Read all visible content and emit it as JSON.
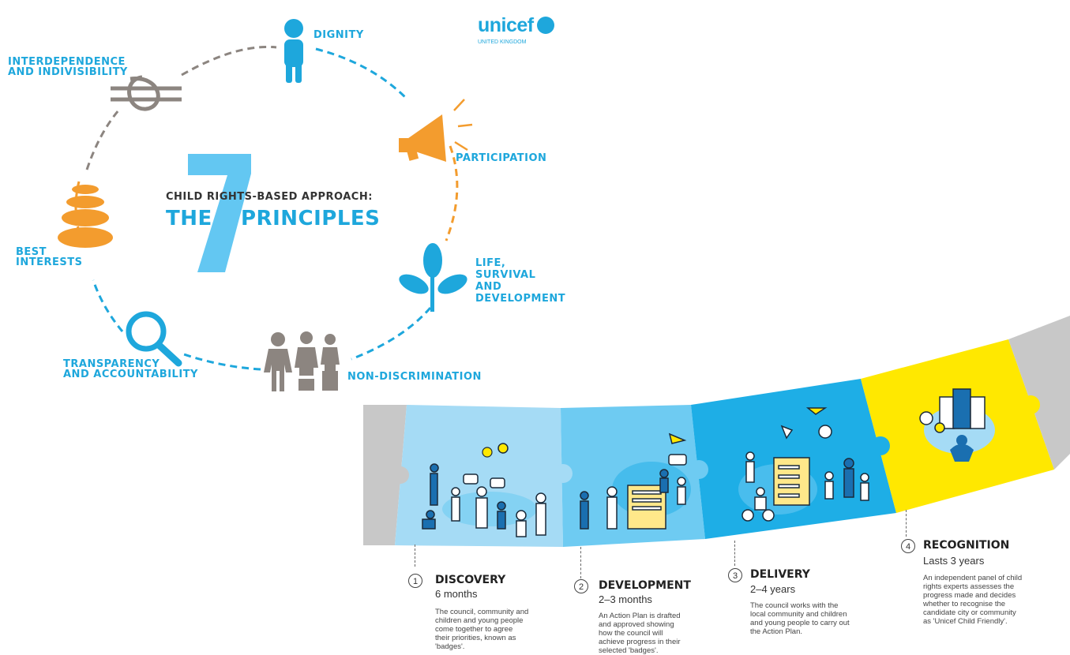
{
  "brand": {
    "logo_text": "unicef",
    "logo_sub": "UNITED KINGDOM",
    "color": "#1ea7dc"
  },
  "principles": {
    "heading_line1": "CHILD RIGHTS-BASED APPROACH:",
    "heading_the": "THE",
    "heading_number": "7",
    "heading_principles": "PRINCIPLES",
    "items": [
      {
        "label": "DIGNITY",
        "icon": "person-icon"
      },
      {
        "label": "PARTICIPATION",
        "icon": "megaphone-icon"
      },
      {
        "label_lines": [
          "LIFE,",
          "SURVIVAL",
          "AND",
          "DEVELOPMENT"
        ],
        "icon": "plant-icon"
      },
      {
        "label": "NON-DISCRIMINATION",
        "icon": "people-on-blocks-icon"
      },
      {
        "label_lines": [
          "TRANSPARENCY",
          "AND ACCOUNTABILITY"
        ],
        "icon": "magnifier-icon"
      },
      {
        "label_lines": [
          "BEST",
          "INTERESTS"
        ],
        "icon": "stacked-stones-icon"
      },
      {
        "label_lines": [
          "INTERDEPENDENCE",
          "AND INDIVISIBILITY"
        ],
        "icon": "knot-icon"
      }
    ],
    "colors": {
      "blue": "#1ea7dc",
      "orange": "#f39c2e",
      "grey": "#8c8580",
      "light_blue": "#63c7f2"
    }
  },
  "journey": {
    "stages": [
      {
        "number": "1",
        "title": "DISCOVERY",
        "duration": "6 months",
        "description_lines": [
          "The council, community and",
          "children and young people",
          "come together to agree",
          "their priorities, known as",
          "'badges'."
        ],
        "color": "#a5dbf5"
      },
      {
        "number": "2",
        "title": "DEVELOPMENT",
        "duration": "2–3 months",
        "description_lines": [
          "An Action Plan is drafted",
          "and approved showing",
          "how the council will",
          "achieve progress in their",
          "selected 'badges'."
        ],
        "color": "#6ecbf2"
      },
      {
        "number": "3",
        "title": "DELIVERY",
        "duration": "2–4 years",
        "description_lines": [
          "The council works with the",
          "local community and children",
          "and young people to carry out",
          "the Action Plan."
        ],
        "color": "#1eaee6"
      },
      {
        "number": "4",
        "title": "RECOGNITION",
        "duration": "Lasts 3 years",
        "description_lines": [
          "An independent panel of child",
          "rights experts assesses the",
          "progress made and decides",
          "whether to recognise the",
          "candidate city or community",
          "as 'Unicef Child Friendly'."
        ],
        "color": "#ffe800"
      }
    ]
  }
}
